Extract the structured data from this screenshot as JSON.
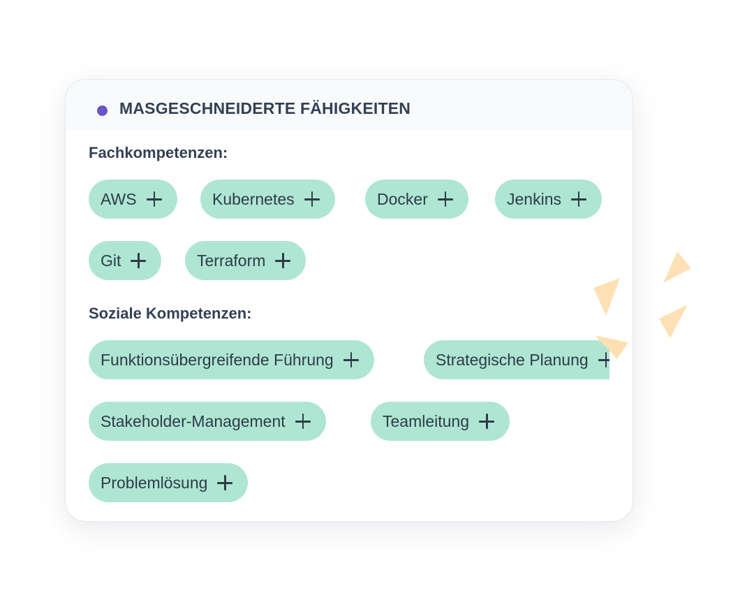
{
  "card": {
    "title": "MASGESCHNEIDERTE FÄHIGKEITEN"
  },
  "sections": {
    "technical": {
      "label": "Fachkompetenzen:",
      "skills": [
        "AWS",
        "Kubernetes",
        "Docker",
        "Jenkins",
        "Git",
        "Terraform"
      ]
    },
    "social": {
      "label": "Soziale Kompetenzen:",
      "skills": [
        "Funktionsübergreifende Führung",
        "Strategische Planung",
        "Stakeholder-Management",
        "Teamleitung",
        "Problemlösung"
      ]
    }
  },
  "icons": {
    "chip_action": "plus-icon",
    "header_marker": "dot-icon"
  },
  "colors": {
    "chip_bg": "#aee6d3",
    "chip_text": "#2f3b46",
    "accent_dot": "#6a54c9",
    "confetti": "#fde1b4"
  }
}
